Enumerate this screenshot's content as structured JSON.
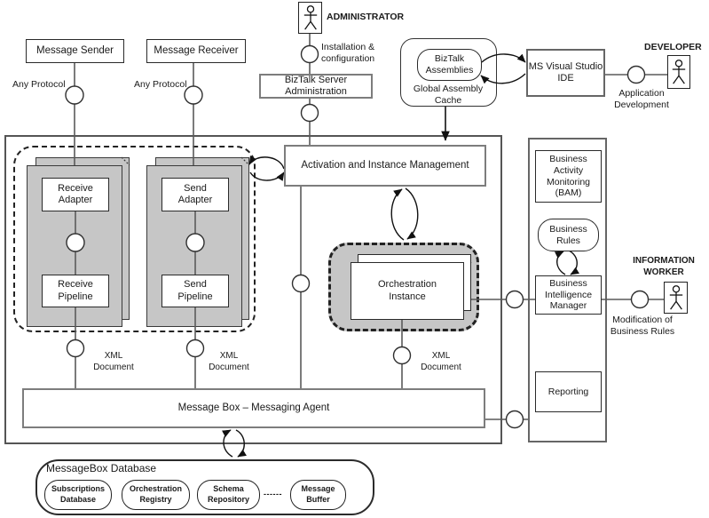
{
  "actors": {
    "administrator": "ADMINISTRATOR",
    "developer": "DEVELOPER",
    "information_worker": "INFORMATION WORKER"
  },
  "nodes": {
    "message_sender": "Message Sender",
    "message_receiver": "Message Receiver",
    "biztalk_server_administration": "BizTalk Server Administration",
    "biztalk_assemblies": "BizTalk Assemblies",
    "global_assembly_cache": "Global Assembly Cache",
    "ms_visual_studio_ide": "MS Visual Studio IDE",
    "receive_adapter": "Receive Adapter",
    "receive_pipeline": "Receive Pipeline",
    "send_adapter": "Send Adapter",
    "send_pipeline": "Send Pipeline",
    "activation_instance_management": "Activation and Instance Management",
    "orchestration_instance": "Orchestration Instance",
    "message_box": "Message Box – Messaging Agent",
    "bam": "Business Activity Monitoring (BAM)",
    "business_rules": "Business Rules",
    "business_intelligence_manager": "Business Intelligence Manager",
    "reporting": "Reporting"
  },
  "edge_labels": {
    "any_protocol_sender": "Any Protocol",
    "any_protocol_receiver": "Any Protocol",
    "installation_configuration": "Installation & configuration",
    "application_development": "Application Development",
    "xml_document_receive": "XML Document",
    "xml_document_send": "XML Document",
    "xml_document_orchestration": "XML Document",
    "modification_business_rules": "Modification of Business Rules"
  },
  "database": {
    "title": "MessageBox Database",
    "stores": [
      "Subscriptions Database",
      "Orchestration Registry",
      "Schema Repository",
      "Message Buffer"
    ],
    "ellipsis": "------"
  },
  "colors": {
    "panel_fill": "#c6c6c6",
    "gray_box_border": "#7d7d7d",
    "line_color": "#5a5a5a",
    "dark_border": "#2a2a2a"
  }
}
